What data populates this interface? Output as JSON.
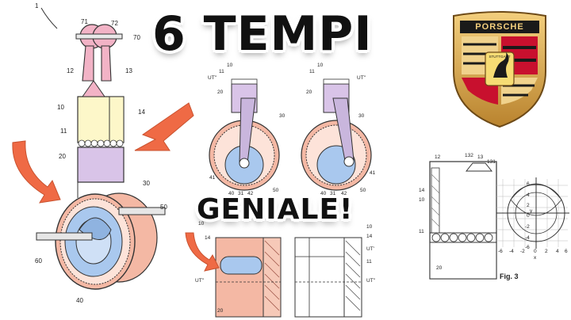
{
  "title": "6 TEMPI",
  "subtitle": "GENIALE!",
  "colors": {
    "text_dark": "#111111",
    "arrow_orange": "#ef6a45",
    "pink_part": "#f2b3c6",
    "yellow_part": "#fdf7c9",
    "violet_part": "#d9c4e8",
    "salmon_gear": "#f4b8a4",
    "blue_part": "#a9c8ee",
    "porsche_red": "#c8102e",
    "porsche_gold": "#d8a24a"
  },
  "logo": {
    "brand": "PORSCHE",
    "city": "STUTTGART"
  },
  "drawing_left": {
    "ref_numbers": [
      "1",
      "71",
      "72",
      "70",
      "12",
      "13",
      "10",
      "14",
      "11",
      "20",
      "30",
      "50",
      "60",
      "40"
    ]
  },
  "drawing_middle_top": {
    "ref_numbers": [
      "10",
      "11",
      "UT\"",
      "20",
      "30",
      "41",
      "40",
      "31",
      "42",
      "50",
      "10",
      "11",
      "UT\"",
      "20",
      "30",
      "41",
      "40",
      "31",
      "42",
      "50"
    ]
  },
  "drawing_middle_bottom": {
    "ref_numbers": [
      "10",
      "14",
      "UT\"",
      "20",
      "10",
      "14",
      "UT'",
      "11",
      "UT\""
    ]
  },
  "drawing_right": {
    "ref_numbers": [
      "12",
      "132",
      "13",
      "131",
      "14",
      "10",
      "11",
      "20"
    ],
    "y_ticks": [
      "6",
      "4",
      "2",
      "0",
      "-2",
      "-4",
      "-6"
    ],
    "x_ticks": [
      "-6",
      "-4",
      "-2",
      "0",
      "2",
      "4",
      "6"
    ],
    "y_axis": "y",
    "x_axis": "x",
    "caption": "Fig. 3"
  }
}
